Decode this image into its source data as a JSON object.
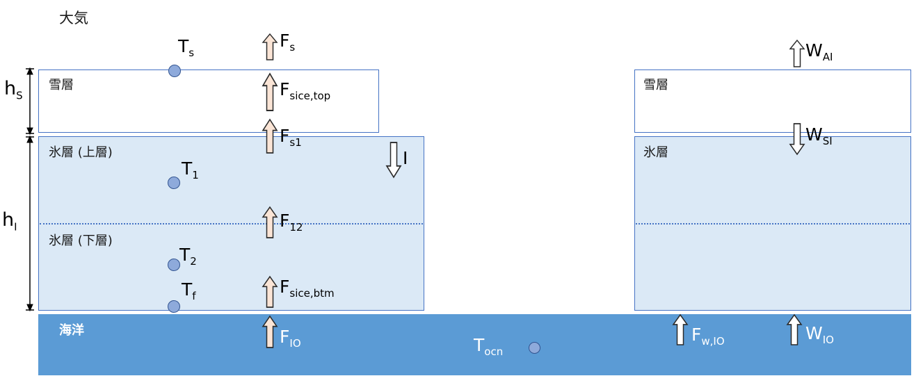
{
  "colors": {
    "box_border": "#4472C4",
    "snow_fill": "#FFFFFF",
    "ice_fill": "#DBE9F6",
    "ocean_fill": "#5B9BD5",
    "flux_arrow_fill": "#FBE5D6",
    "neutral_arrow_fill": "#FFFFFF",
    "arrow_outline": "#2b2b2b",
    "temp_point_fill": "#8EAADB",
    "temp_point_border": "#31538F",
    "dotted_line": "#4472C4"
  },
  "labels": {
    "atmosphere": "大気",
    "snow_left": "雪層",
    "ice_upper_left": "氷層 (上層)",
    "ice_lower_left": "氷層 (下層)",
    "ocean": "海洋",
    "snow_right": "雪層",
    "ice_right": "氷層"
  },
  "temperatures": {
    "ts": {
      "base": "T",
      "sub": "s"
    },
    "t1": {
      "base": "T",
      "sub": "1"
    },
    "t2": {
      "base": "T",
      "sub": "2"
    },
    "tf": {
      "base": "T",
      "sub": "f"
    },
    "tocn": {
      "base": "T",
      "sub": "ocn"
    }
  },
  "fluxes": {
    "fs": {
      "base": "F",
      "sub": "s"
    },
    "fsice_top": {
      "base": "F",
      "sub": "sice,top"
    },
    "fs1": {
      "base": "F",
      "sub": "s1"
    },
    "f12": {
      "base": "F",
      "sub": "12"
    },
    "fsice_btm": {
      "base": "F",
      "sub": "sice,btm"
    },
    "fio": {
      "base": "F",
      "sub": "IO"
    },
    "i": {
      "base": "I",
      "sub": ""
    },
    "wai": {
      "base": "W",
      "sub": "AI"
    },
    "wsi": {
      "base": "W",
      "sub": "SI"
    },
    "fwio": {
      "base": "F",
      "sub": "w,IO"
    },
    "wio": {
      "base": "W",
      "sub": "IO"
    }
  },
  "heights": {
    "hs": {
      "base": "h",
      "sub": "S"
    },
    "hi": {
      "base": "h",
      "sub": "I"
    }
  }
}
